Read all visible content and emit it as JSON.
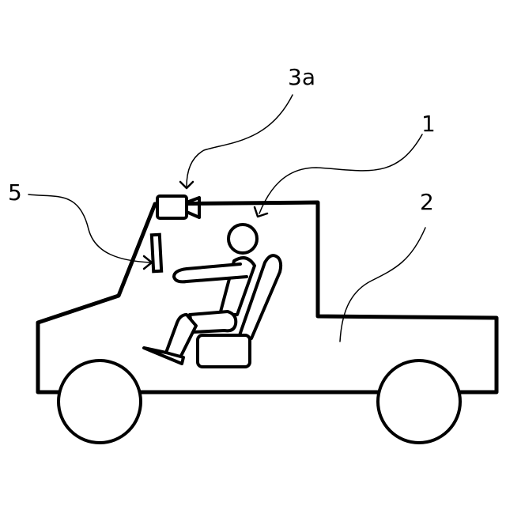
{
  "labels": {
    "camera": "3a",
    "occupant": "1",
    "display": "5",
    "vehicle": "2"
  },
  "colors": {
    "line": "#000000",
    "background": "#ffffff"
  }
}
